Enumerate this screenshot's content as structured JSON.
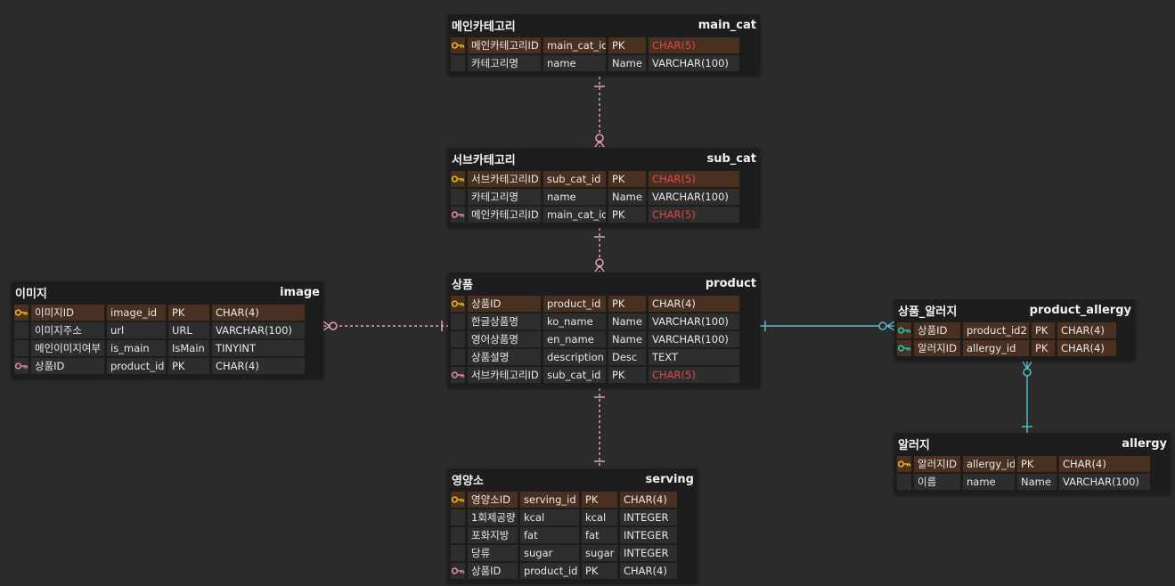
{
  "colors": {
    "background": "#2b2b2b",
    "table_bg": "#1d1d1d",
    "cell_bg": "#2e2e2e",
    "pk_row_bg": "#4a3020",
    "pk_key_icon": "#e7b416",
    "fk_key_icon": "#d48a96",
    "fk_key_icon_teal": "#2bbfa8",
    "pink_link": "#e0a3ae",
    "teal_link": "#5bb7c9",
    "highlight_text": "#e04848"
  },
  "tables": {
    "main_cat": {
      "title": "메인카테고리",
      "name": "main_cat",
      "rows": [
        {
          "key": "pk",
          "logical": "메인카테고리ID",
          "physical": "main_cat_id",
          "domain": "PK",
          "type": "CHAR(5)",
          "type_color": "red"
        },
        {
          "key": "",
          "logical": "카테고리명",
          "physical": "name",
          "domain": "Name",
          "type": "VARCHAR(100)"
        }
      ]
    },
    "sub_cat": {
      "title": "서브카테고리",
      "name": "sub_cat",
      "rows": [
        {
          "key": "pk",
          "logical": "서브카테고리ID",
          "physical": "sub_cat_id",
          "domain": "PK",
          "type": "CHAR(5)",
          "type_color": "red"
        },
        {
          "key": "",
          "logical": "카테고리명",
          "physical": "name",
          "domain": "Name",
          "type": "VARCHAR(100)"
        },
        {
          "key": "fk",
          "logical": "메인카테고리ID",
          "physical": "main_cat_id",
          "domain": "PK",
          "type": "CHAR(5)",
          "type_color": "red"
        }
      ]
    },
    "image": {
      "title": "이미지",
      "name": "image",
      "rows": [
        {
          "key": "pk",
          "logical": "이미지ID",
          "physical": "image_id",
          "domain": "PK",
          "type": "CHAR(4)"
        },
        {
          "key": "",
          "logical": "이미지주소",
          "physical": "url",
          "domain": "URL",
          "type": "VARCHAR(100)"
        },
        {
          "key": "",
          "logical": "메인이미지여부",
          "physical": "is_main",
          "domain": "IsMain",
          "type": "TINYINT"
        },
        {
          "key": "fk",
          "logical": "상품ID",
          "physical": "product_id",
          "domain": "PK",
          "type": "CHAR(4)"
        }
      ]
    },
    "product": {
      "title": "상품",
      "name": "product",
      "rows": [
        {
          "key": "pk",
          "logical": "상품ID",
          "physical": "product_id",
          "domain": "PK",
          "type": "CHAR(4)"
        },
        {
          "key": "",
          "logical": "한글상품명",
          "physical": "ko_name",
          "domain": "Name",
          "type": "VARCHAR(100)"
        },
        {
          "key": "",
          "logical": "영어상품명",
          "physical": "en_name",
          "domain": "Name",
          "type": "VARCHAR(100)"
        },
        {
          "key": "",
          "logical": "상품설명",
          "physical": "description",
          "domain": "Desc",
          "type": "TEXT"
        },
        {
          "key": "fk",
          "logical": "서브카테고리ID",
          "physical": "sub_cat_id",
          "domain": "PK",
          "type": "CHAR(5)",
          "type_color": "red"
        }
      ]
    },
    "product_allergy": {
      "title": "상품_알러지",
      "name": "product_allergy",
      "rows": [
        {
          "key": "pfk",
          "logical": "상품ID",
          "physical": "product_id2",
          "domain": "PK",
          "type": "CHAR(4)"
        },
        {
          "key": "pfk",
          "logical": "알러지ID",
          "physical": "allergy_id",
          "domain": "PK",
          "type": "CHAR(4)"
        }
      ]
    },
    "allergy": {
      "title": "알러지",
      "name": "allergy",
      "rows": [
        {
          "key": "pk",
          "logical": "알러지ID",
          "physical": "allergy_id",
          "domain": "PK",
          "type": "CHAR(4)"
        },
        {
          "key": "",
          "logical": "이름",
          "physical": "name",
          "domain": "Name",
          "type": "VARCHAR(100)"
        }
      ]
    },
    "serving": {
      "title": "영양소",
      "name": "serving",
      "rows": [
        {
          "key": "pk",
          "logical": "영양소ID",
          "physical": "serving_id",
          "domain": "PK",
          "type": "CHAR(4)"
        },
        {
          "key": "",
          "logical": "1회제공량",
          "physical": "kcal",
          "domain": "kcal",
          "type": "INTEGER"
        },
        {
          "key": "",
          "logical": "포화지방",
          "physical": "fat",
          "domain": "fat",
          "type": "INTEGER"
        },
        {
          "key": "",
          "logical": "당류",
          "physical": "sugar",
          "domain": "sugar",
          "type": "INTEGER"
        },
        {
          "key": "fk",
          "logical": "상품ID",
          "physical": "product_id",
          "domain": "PK",
          "type": "CHAR(4)"
        }
      ]
    }
  },
  "relationships": [
    {
      "from": "main_cat",
      "to": "sub_cat",
      "color": "pink",
      "style": "dashed"
    },
    {
      "from": "sub_cat",
      "to": "product",
      "color": "pink",
      "style": "dashed"
    },
    {
      "from": "product",
      "to": "image",
      "color": "pink",
      "style": "dashed"
    },
    {
      "from": "product",
      "to": "serving",
      "color": "pink",
      "style": "dashed"
    },
    {
      "from": "product",
      "to": "product_allergy",
      "color": "teal",
      "style": "solid"
    },
    {
      "from": "allergy",
      "to": "product_allergy",
      "color": "teal",
      "style": "solid"
    }
  ]
}
